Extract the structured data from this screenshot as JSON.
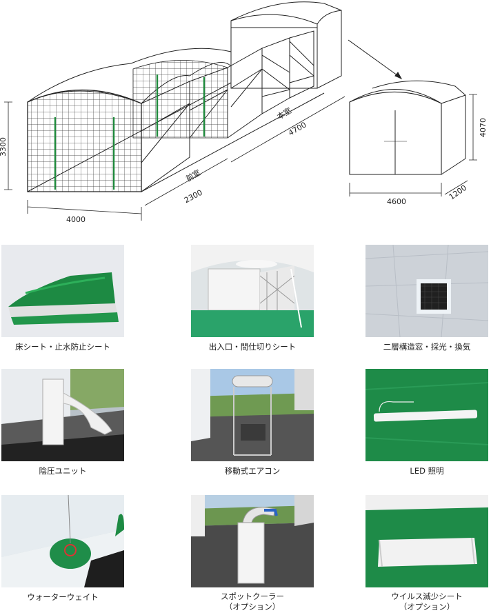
{
  "diagram": {
    "dim_height_main": "3300",
    "dim_width_front": "4000",
    "dim_length_anteroom": "2300",
    "dim_length_mainroom": "4700",
    "label_anteroom": "前室",
    "label_mainroom": "本室",
    "dim_end_height": "4070",
    "dim_end_width": "4600",
    "dim_end_depth": "1200"
  },
  "photos": [
    {
      "caption_lines": [
        "床シート・止水防止シート"
      ]
    },
    {
      "caption_lines": [
        "出入口・間仕切りシート"
      ]
    },
    {
      "caption_lines": [
        "二層構造窓・採光・換気"
      ]
    },
    {
      "caption_lines": [
        "陰圧ユニット"
      ]
    },
    {
      "caption_lines": [
        "移動式エアコン"
      ]
    },
    {
      "caption_lines": [
        "LED 照明"
      ]
    },
    {
      "caption_lines": [
        "ウォーターウェイト"
      ]
    },
    {
      "caption_lines": [
        "スポットクーラー",
        "（オプション）"
      ]
    },
    {
      "caption_lines": [
        "ウイルス減少シート",
        "（オプション）"
      ]
    }
  ]
}
